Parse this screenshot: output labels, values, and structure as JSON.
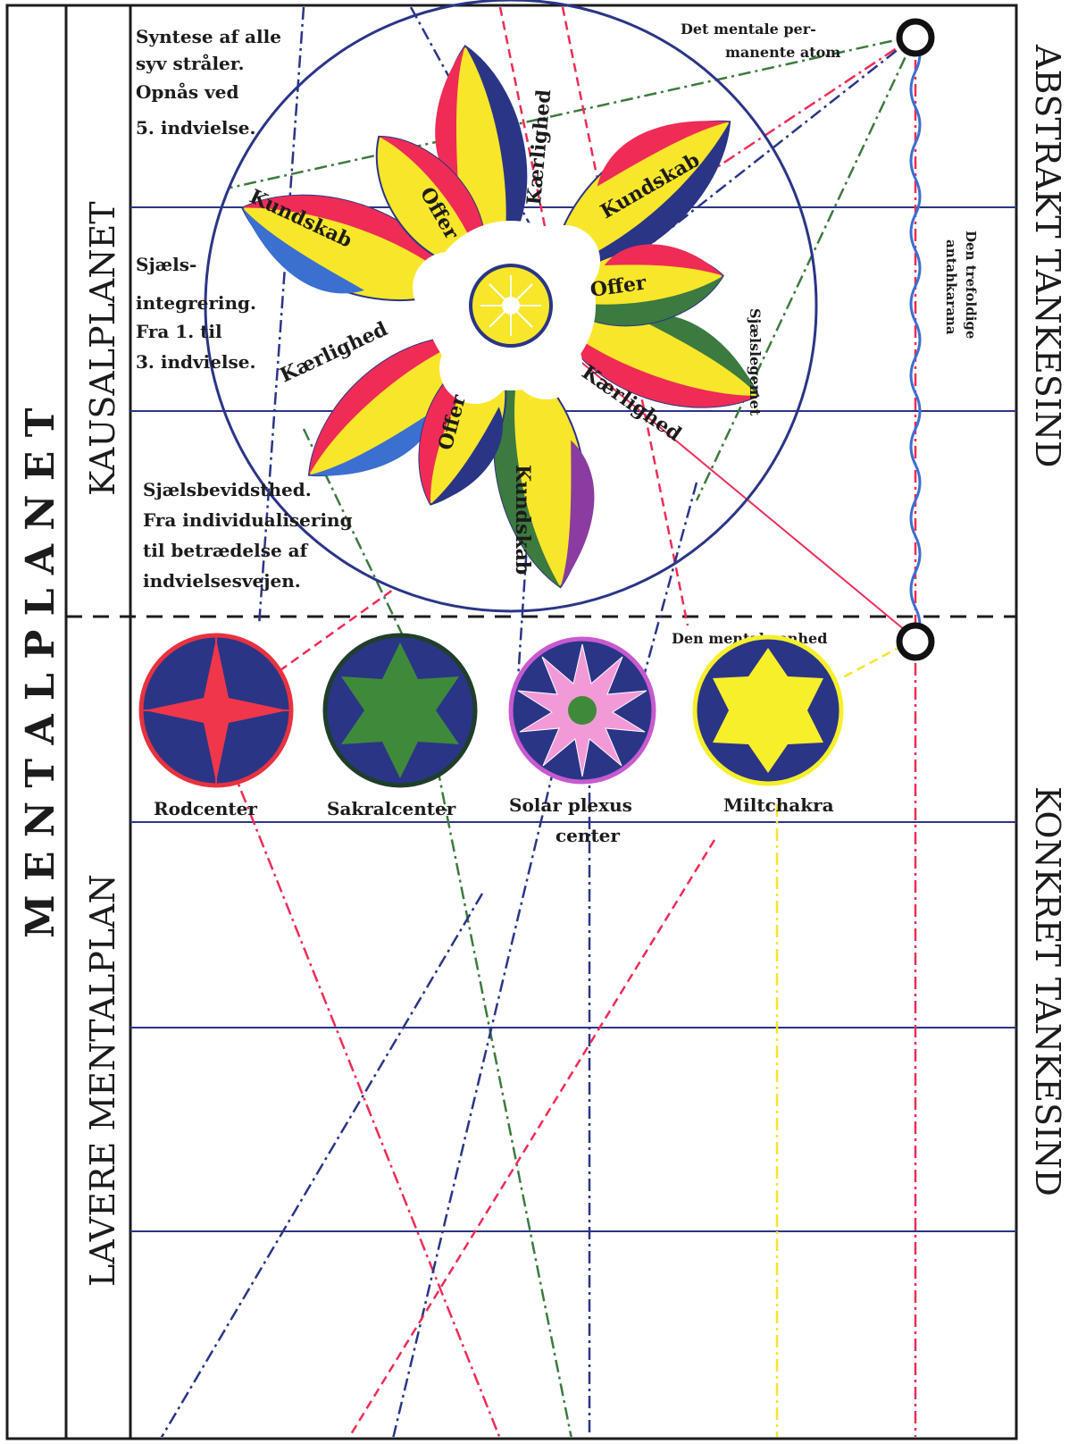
{
  "left_labels": {
    "outer": "M E N T A L P L A N E T",
    "upper": "KAUSALPLANET",
    "lower": "LAVERE MENTALPLAN"
  },
  "right_labels": {
    "upper": "ABSTRAKT TANKESIND",
    "lower": "KONKRET TANKESIND",
    "antahkarana_1": "Den trefoldige",
    "antahkarana_2": "antahkarana"
  },
  "annotations": {
    "synthesis": [
      "Syntese af alle",
      "syv stråler.",
      "Opnås ved",
      "5. indvielse."
    ],
    "integration": [
      "Sjæls-",
      "integrering.",
      "Fra 1. til",
      "3. indvielse."
    ],
    "awareness": [
      "Sjælsbevidsthed.",
      "Fra individualisering",
      "til betrædelse af",
      "indvielsesvejen."
    ],
    "permanent_atom": [
      "Det mentale per-",
      "manente atom"
    ],
    "mental_unit": "Den mentale enhed",
    "soul_body": "Sjælslegemet"
  },
  "petals": {
    "offer": "Offer",
    "love": "Kærlighed",
    "knowledge": "Kundskab"
  },
  "centers": [
    {
      "label": "Rodcenter",
      "star_color": "#f0364a",
      "ring_color": "#e8323f"
    },
    {
      "label": "Sakralcenter",
      "star_color": "#3f8a3a",
      "ring_color": "#1f3f2a"
    },
    {
      "label": "Solar plexus",
      "label2": "center",
      "star_color": "#f29ad8",
      "ring_color": "#c85ad0"
    },
    {
      "label": "Miltchakra",
      "star_color": "#f6ef2a",
      "ring_color": "#f6ef2a"
    }
  ],
  "colors": {
    "navy": "#2a3586",
    "red": "#ee2c56",
    "yellow": "#f8e62a",
    "green": "#3c7a3f",
    "blue": "#3b6fd0",
    "purple": "#8a3ca0"
  }
}
